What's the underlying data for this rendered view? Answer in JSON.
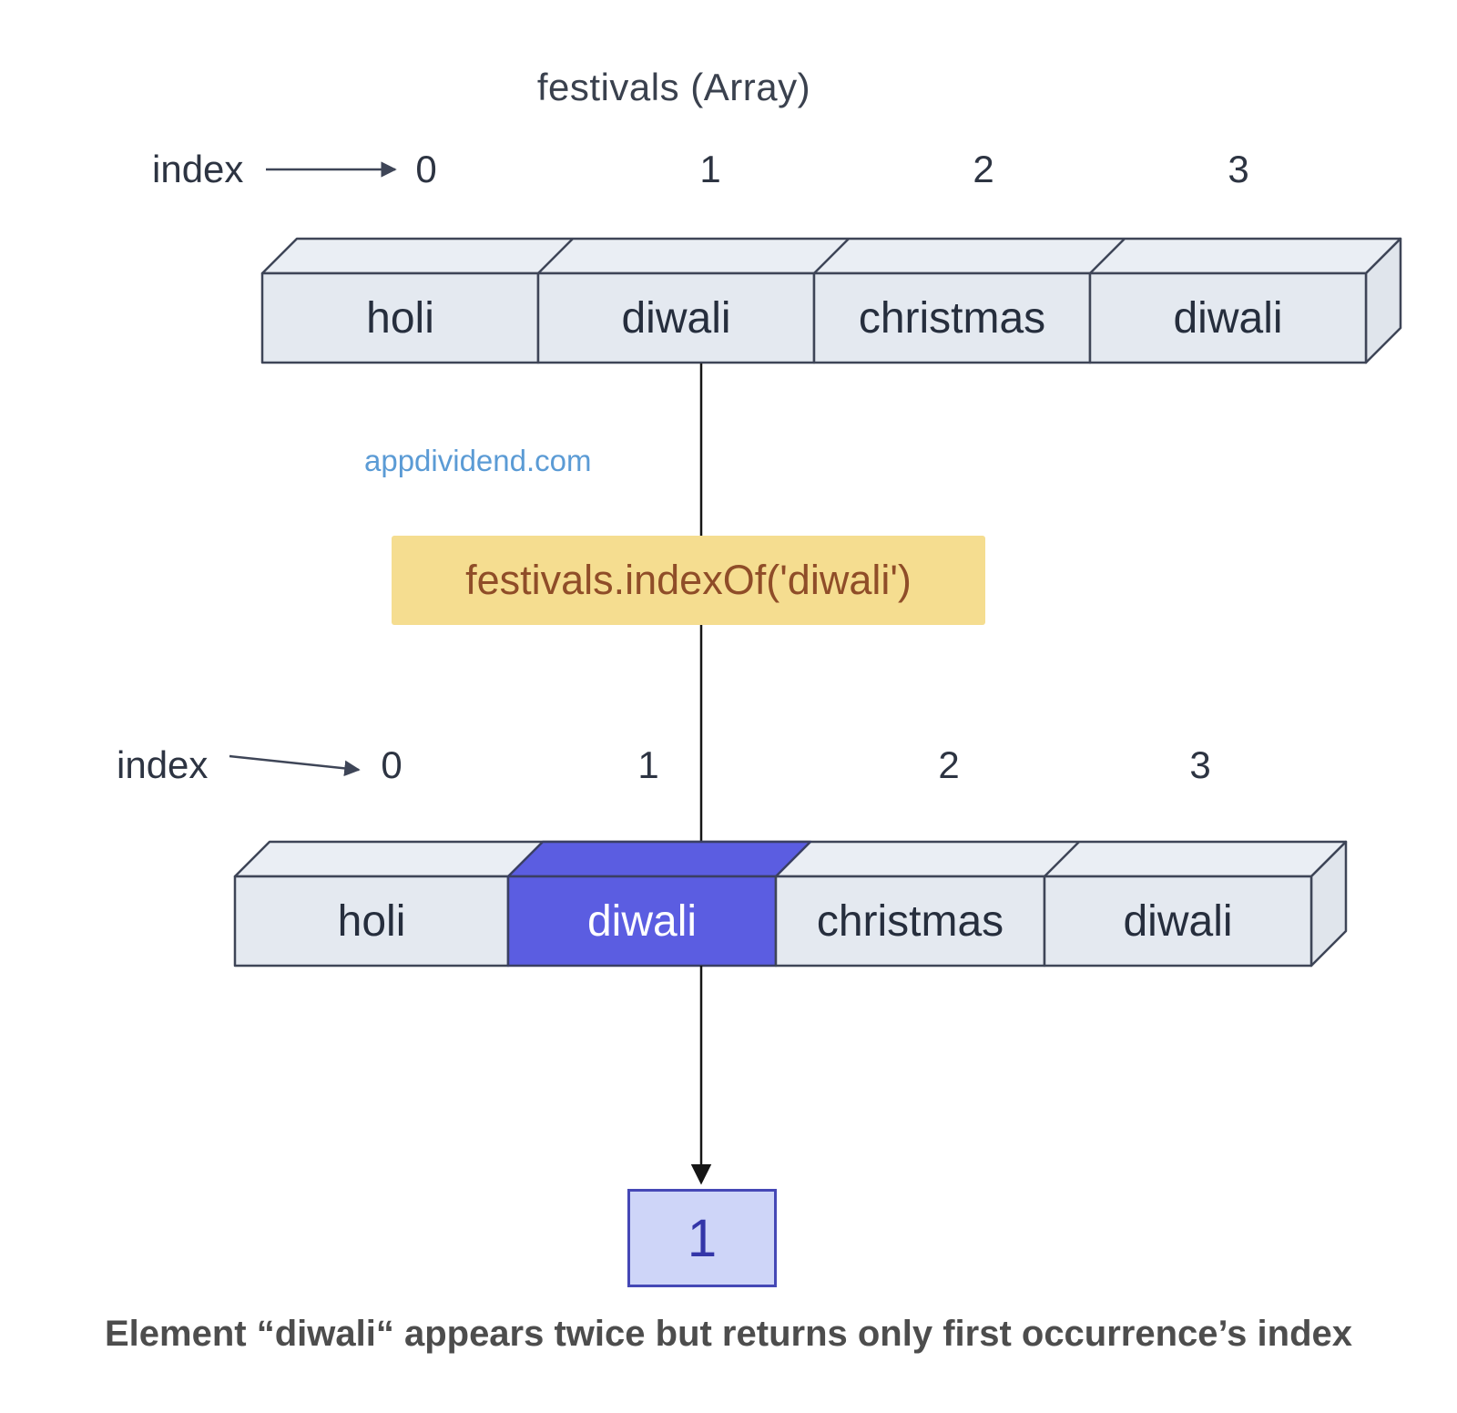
{
  "title": "festivals (Array)",
  "watermark": "appdividend.com",
  "top_section": {
    "index_label": "index",
    "indices": [
      "0",
      "1",
      "2",
      "3"
    ],
    "cells": [
      "holi",
      "diwali",
      "christmas",
      "diwali"
    ]
  },
  "method_box": {
    "code": "festivals.indexOf('diwali')"
  },
  "bottom_section": {
    "index_label": "index",
    "indices": [
      "0",
      "1",
      "2",
      "3"
    ],
    "cells": [
      "holi",
      "diwali",
      "christmas",
      "diwali"
    ],
    "highlighted_value": "diwali",
    "highlighted_index": "1"
  },
  "result_box": {
    "value": "1"
  },
  "caption": "Element “diwali“ appears twice but returns only first occurrence’s index",
  "colors": {
    "cell_fill": "#e4e9f0",
    "cell_top_fill": "#eaeef4",
    "cell_side_fill": "#e0e5ec",
    "cell_border": "#3e4557",
    "highlight_fill": "#5b5de1",
    "highlight_text": "#ffffff",
    "method_box_fill": "#f5dd90",
    "method_text": "#8f4d28",
    "result_fill": "#ced5f8",
    "result_border": "#4548b6",
    "result_text": "#3335a8",
    "watermark_blue": "#5b9bd5",
    "line_black": "#151515"
  }
}
